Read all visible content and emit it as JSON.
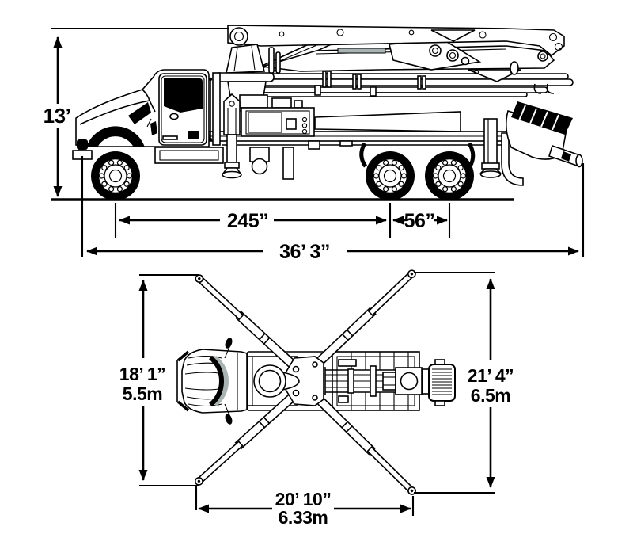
{
  "diagram": {
    "subject": "concrete-boom-pump-truck-dimension-drawing",
    "side_view": {
      "name": "side elevation view",
      "height": {
        "value": "13’"
      },
      "wheelbase": {
        "value": "245”"
      },
      "tandem_axle_spacing": {
        "value": "56”"
      },
      "overall_length": {
        "value": "36’ 3”"
      }
    },
    "top_view": {
      "name": "plan view with outriggers extended",
      "front_outrigger_spread": {
        "feet": "18’ 1”",
        "meters": "5.5m"
      },
      "rear_outrigger_spread": {
        "feet": "21’ 4”",
        "meters": "6.5m"
      },
      "outrigger_footprint_length": {
        "feet": "20’ 10”",
        "meters": "6.33m"
      }
    },
    "colors": {
      "line": "#000000",
      "background": "#ffffff",
      "glass_tint": "#a9b4b2"
    }
  }
}
